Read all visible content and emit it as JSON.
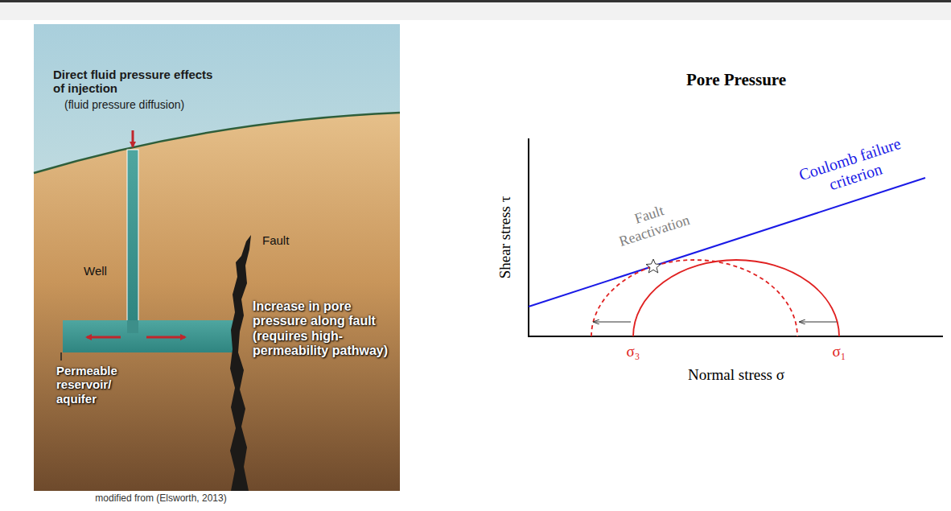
{
  "diagram": {
    "title": "Pore Pressure",
    "caption": "modified from (Elsworth, 2013)",
    "labels": [
      "Direct fluid pressure effects of injection",
      "(fluid pressure diffusion)",
      "Well",
      "Fault",
      "Increase in pore pressure along fault (requires high-permeability pathway)",
      "Permeable reservoir/ aquifer",
      "Shear stress τ",
      "Fault Reactivation",
      "Coulomb failure criterion",
      "σ₃",
      "σ₁",
      "Normal stress σ"
    ]
  }
}
